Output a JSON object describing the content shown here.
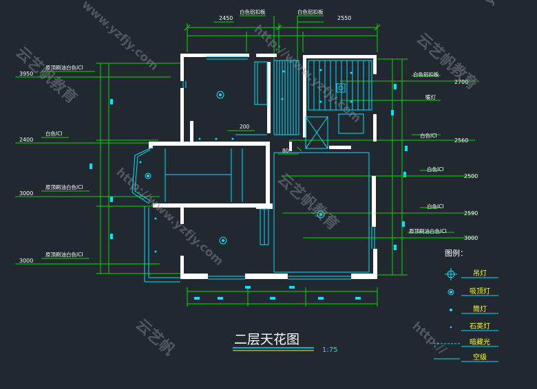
{
  "title": "二层天花图",
  "scale": "1:75",
  "colors": {
    "background": "#212830",
    "wall": "#ffffff",
    "dimension": "#00e000",
    "annotation": "#00e000",
    "light": "#00e5ff",
    "text": "#ffffff",
    "label": "#ffff00",
    "watermark": "#8a9096"
  },
  "dimensions": {
    "top": [
      "2450",
      "2550"
    ],
    "left": [
      "3950",
      "2400",
      "3000",
      "3000"
    ],
    "right": [
      "2700",
      "2560",
      "2500",
      "2590",
      "3000"
    ],
    "inner": [
      "200",
      "80"
    ]
  },
  "annotations": {
    "top": [
      "白色铝扣板",
      "白色铝扣板"
    ],
    "left": [
      "原顶刷油白色ICI",
      "白色ICI",
      "原顶刷油白色ICI",
      "原顶刷油白色ICI"
    ],
    "right": [
      "白色铝扣板",
      "暖灯",
      "白色ICI",
      "白色ICI",
      "白色ICI",
      "原顶刷油白色ICI"
    ]
  },
  "legend": {
    "heading": "图例：",
    "items": [
      {
        "label": "吊灯",
        "icon": "pendant-light-icon"
      },
      {
        "label": "吸顶灯",
        "icon": "ceiling-light-icon"
      },
      {
        "label": "筒灯",
        "icon": "downlight-icon"
      },
      {
        "label": "石英灯",
        "icon": "quartz-light-icon"
      },
      {
        "label": "暗藏光",
        "icon": "concealed-light-icon"
      },
      {
        "label": "空级",
        "icon": "ceiling-level-icon"
      }
    ]
  },
  "watermarks": [
    "www.yzfjy.com",
    "云艺帆教育",
    "http://www.yzfjy.com",
    "云艺帆教育",
    "http://www.yzfjy.com",
    "云艺帆教育",
    "yzfjy",
    "云艺帆",
    "http://"
  ]
}
